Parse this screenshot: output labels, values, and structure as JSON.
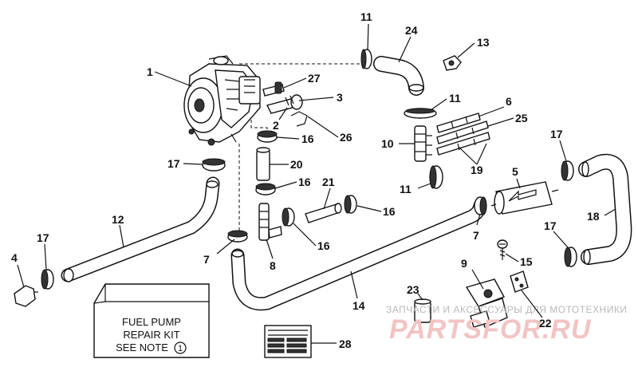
{
  "labels": {
    "p1": "1",
    "p2": "2",
    "p3": "3",
    "p4": "4",
    "p5": "5",
    "p6": "6",
    "p7a": "7",
    "p7b": "7",
    "p8": "8",
    "p9": "9",
    "p10": "10",
    "p11a": "11",
    "p11b": "11",
    "p11c": "11",
    "p12": "12",
    "p13": "13",
    "p14": "14",
    "p15": "15",
    "p16a": "16",
    "p16b": "16",
    "p16c": "16",
    "p16d": "16",
    "p17a": "17",
    "p17b": "17",
    "p17c": "17",
    "p17d": "17",
    "p18": "18",
    "p19": "19",
    "p20": "20",
    "p21": "21",
    "p22": "22",
    "p23": "23",
    "p24": "24",
    "p25": "25",
    "p26": "26",
    "p27": "27",
    "p28": "28"
  },
  "kit_box": {
    "line1": "FUEL PUMP",
    "line2": "REPAIR KIT",
    "line3": "SEE NOTE",
    "note_number": "1"
  },
  "watermark": {
    "line1": "ЗАПЧАСТИ И АКСЕССУАРЫ ДЛЯ МОТОТЕХНИКИ",
    "line2": "PARTSFOR.RU"
  }
}
